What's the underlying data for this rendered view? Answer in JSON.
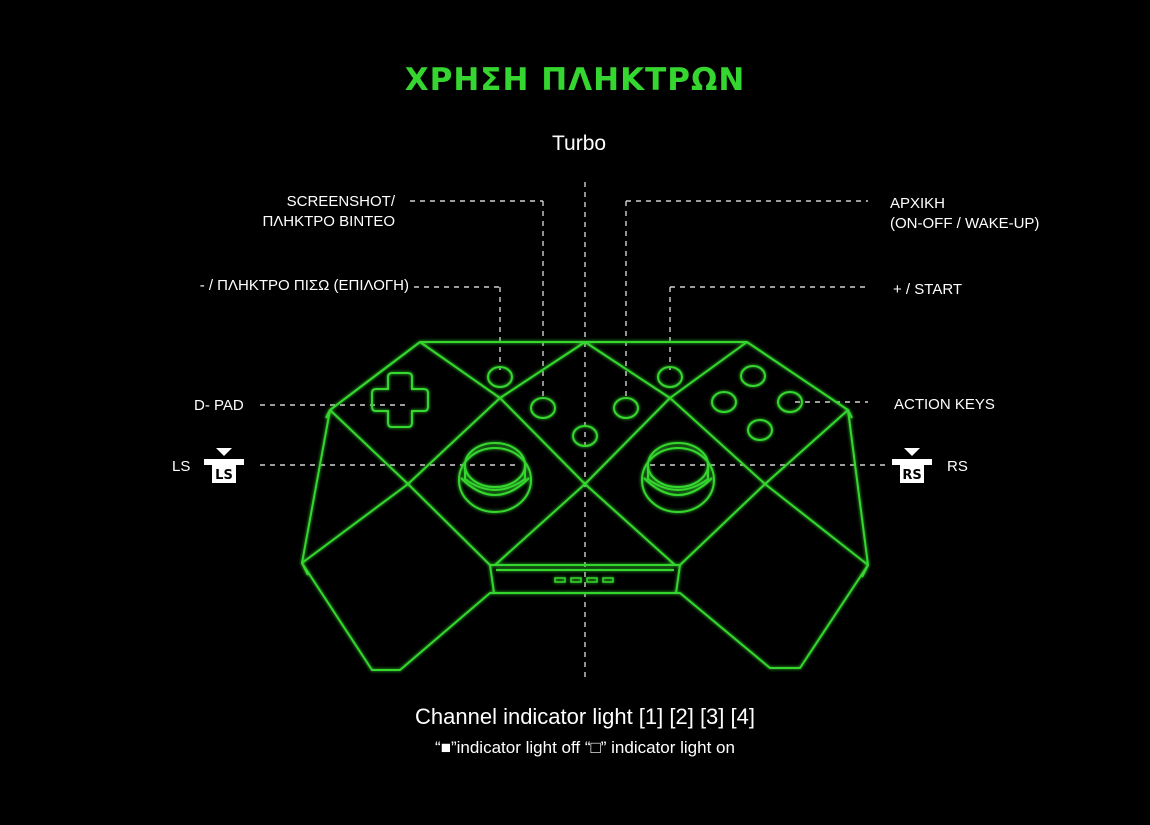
{
  "title": "ΧΡΗΣΗ ΠΛΗΚΤΡΩΝ",
  "colors": {
    "accent": "#35d62f",
    "background": "#000000",
    "leader": "#cfcfcf"
  },
  "labels": {
    "turbo": "Turbo",
    "screenshot_line1": "SCREENSHOT/",
    "screenshot_line2": "ΠΛΗΚΤΡΟ ΒΙΝΤΕΟ",
    "home_line1": "ΑΡΧΙΚΗ",
    "home_line2": "(ON-OFF / WAKE-UP)",
    "minus": "- / ΠΛΗΚΤΡΟ ΠΙΣΩ (ΕΠΙΛΟΓΗ)",
    "plus": "+ / START",
    "dpad": "D- PAD",
    "action": "ACTION KEYS",
    "ls": "LS",
    "rs": "RS",
    "ls_badge": "LS",
    "rs_badge": "RS"
  },
  "footer": {
    "line1": "Channel indicator light  [1] [2] [3] [4]",
    "line2": "“■”indicator light off   “□” indicator light on"
  },
  "icons": [
    "dpad-icon",
    "left-stick-icon",
    "right-stick-icon",
    "ls-press-icon",
    "rs-press-icon"
  ]
}
